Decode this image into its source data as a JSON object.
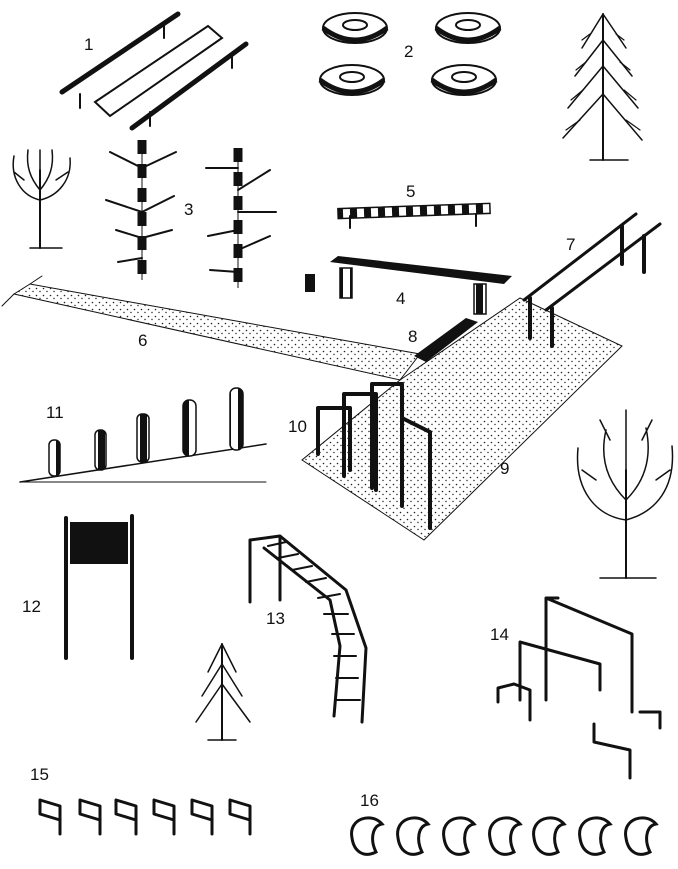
{
  "labels": {
    "n1": "1",
    "n2": "2",
    "n3": "3",
    "n4": "4",
    "n5": "5",
    "n6": "6",
    "n7": "7",
    "n8": "8",
    "n9": "9",
    "n10": "10",
    "n11": "11",
    "n12": "12",
    "n13": "13",
    "n14": "14",
    "n15": "15",
    "n16": "16"
  },
  "colors": {
    "ink": "#111111",
    "paper": "#ffffff",
    "sand": "#e6e6e6"
  }
}
